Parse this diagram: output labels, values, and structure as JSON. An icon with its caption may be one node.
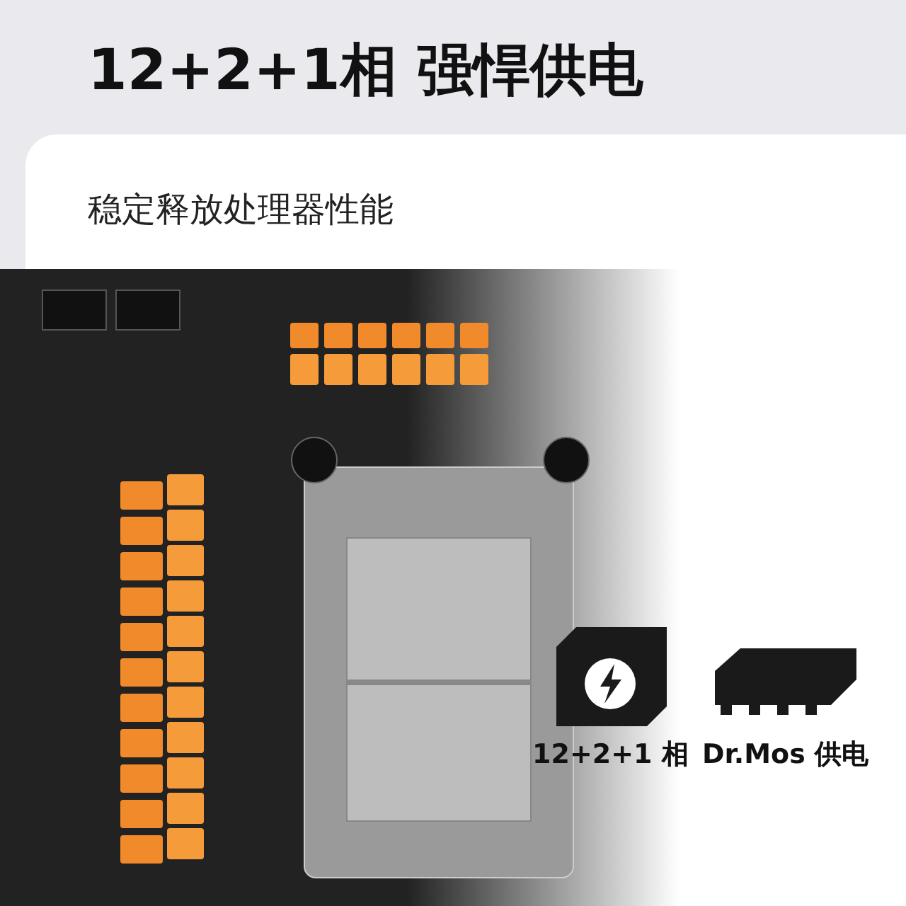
{
  "diagram": {
    "title": "12+2+1相 强悍供电",
    "labels": [
      "稳定释放处理器性能",
      "12+2+1 相",
      "Dr.Mos 供电"
    ]
  }
}
